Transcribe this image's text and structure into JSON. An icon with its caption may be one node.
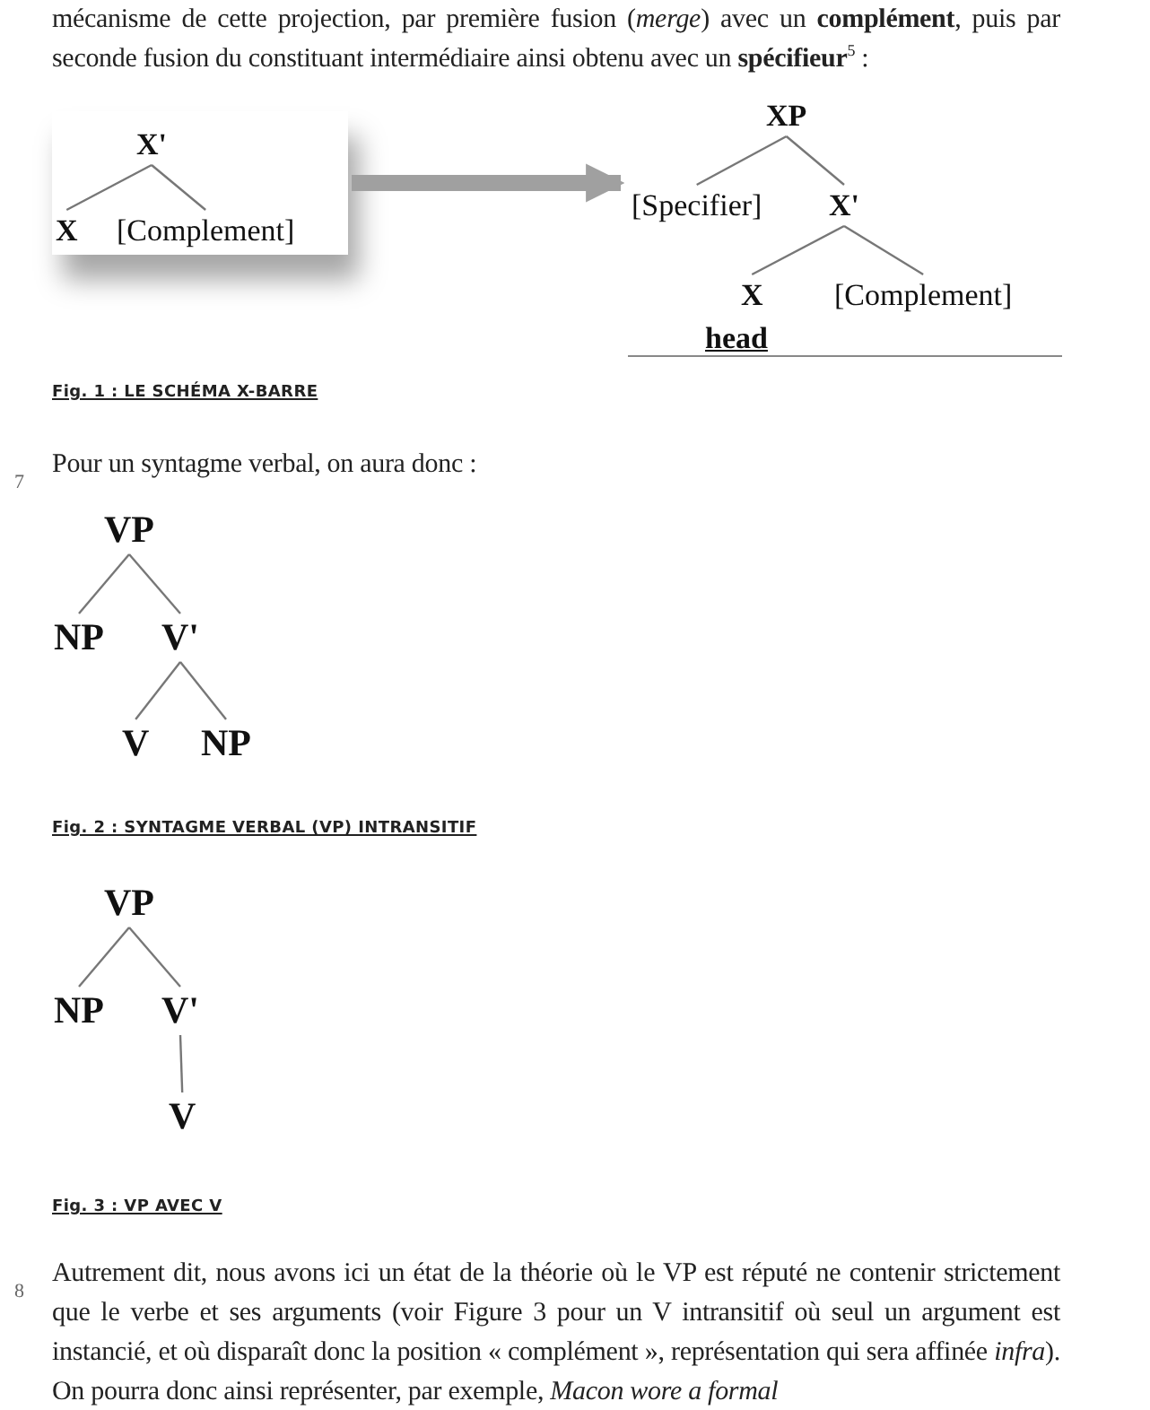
{
  "diagram": {
    "nodes": [
      {
        "text": [],
        "shape": "box"
      },
      {
        "text": [
          "X'"
        ],
        "in": 0
      },
      {
        "text": [
          "X"
        ],
        "in": 0
      },
      {
        "text": [
          "[Complement]"
        ],
        "in": 0
      },
      {
        "text": [],
        "shape": "box"
      },
      {
        "text": [
          "XP"
        ],
        "in": 4
      },
      {
        "text": [
          "[Specifier]"
        ],
        "in": 4
      },
      {
        "text": [
          "X'"
        ],
        "in": 4
      },
      {
        "text": [
          "X"
        ],
        "in": 4,
        "beside": [
          "head"
        ]
      },
      {
        "text": [
          "[Complement]"
        ],
        "in": 4
      },
      {
        "text": [
          "VP"
        ]
      },
      {
        "text": [
          "NP"
        ]
      },
      {
        "text": [
          "V'"
        ]
      },
      {
        "text": [
          "V"
        ]
      },
      {
        "text": [
          "NP"
        ]
      },
      {
        "text": [
          "VP"
        ]
      },
      {
        "text": [
          "NP"
        ]
      },
      {
        "text": [
          "V'"
        ]
      },
      {
        "text": [
          "V"
        ]
      }
    ],
    "edges": [
      {
        "from": 1,
        "to": 2,
        "arrow": "none"
      },
      {
        "from": 1,
        "to": 3,
        "arrow": "none"
      },
      {
        "from": 0,
        "to": 4,
        "arrow": "to",
        "style": "thick"
      },
      {
        "from": 5,
        "to": 6,
        "arrow": "none"
      },
      {
        "from": 5,
        "to": 7,
        "arrow": "none"
      },
      {
        "from": 7,
        "to": 8,
        "arrow": "none"
      },
      {
        "from": 7,
        "to": 9,
        "arrow": "none"
      },
      {
        "from": 10,
        "to": 11,
        "arrow": "none"
      },
      {
        "from": 10,
        "to": 12,
        "arrow": "none"
      },
      {
        "from": 12,
        "to": 13,
        "arrow": "none"
      },
      {
        "from": 12,
        "to": 14,
        "arrow": "none"
      },
      {
        "from": 15,
        "to": 16,
        "arrow": "none"
      },
      {
        "from": 15,
        "to": 17,
        "arrow": "none"
      },
      {
        "from": 17,
        "to": 18,
        "arrow": "none"
      }
    ],
    "labels": [
      "mécanisme de cette projection, par première fusion (*merge*) avec un **complément**, puis par seconde fusion du constituant intermédiaire ainsi obtenu avec un **spécifieur**$^{5}$ :",
      "Fig. 1 : LE SCHÉMA X-BARRE",
      "7",
      "Pour un syntagme verbal, on aura donc :",
      "Fig. 2 : SYNTAGME VERBAL (VP) INTRANSITIF",
      "Fig. 3 : VP AVEC V",
      "8",
      "Autrement dit, nous avons ici un état de la théorie où le VP est réputé ne contenir strictement que le verbe et ses arguments (voir Figure 3 pour un V intransitif où seul un argument est instancié, et où disparaît donc la position « complément », représentation qui sera affinée *infra*). On pourra donc ainsi représenter, par exemple, *Macon wore a formal*"
    ]
  }
}
